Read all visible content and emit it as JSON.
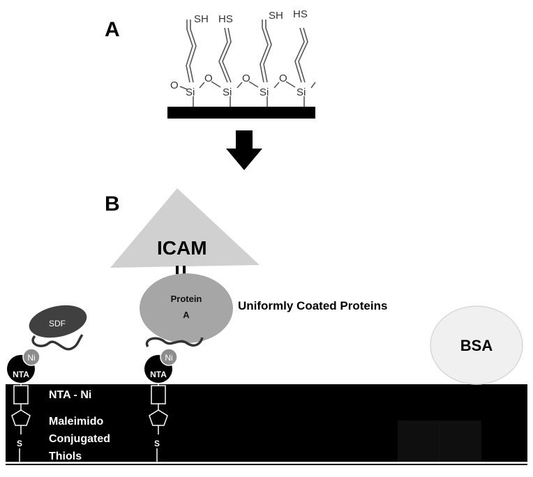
{
  "panel_a": {
    "label": "A",
    "thiols": [
      "SH",
      "HS",
      "SH",
      "HS"
    ],
    "si": [
      "Si",
      "Si",
      "Si",
      "Si"
    ],
    "oxygens": [
      "O",
      "O",
      "O",
      "O"
    ]
  },
  "panel_b": {
    "label": "B",
    "icam": "ICAM",
    "protein_a_line1": "Protein",
    "protein_a_line2": "A",
    "sdf": "SDF",
    "ni": "Ni",
    "nta": "NTA",
    "s": "S",
    "bsa": "BSA",
    "uniform": "Uniformly Coated Proteins",
    "legend_nta_ni": "NTA - Ni",
    "legend_maleimido": "Maleimido",
    "legend_conjugated": "Conjugated",
    "legend_thiols": "Thiols"
  },
  "colors": {
    "surface": "#000000",
    "triangle": "#d0d0d0",
    "protein_a": "#a6a6a6",
    "sdf": "#404040",
    "ni": "#8c8c8c",
    "bsa": "#f0f0f0"
  }
}
